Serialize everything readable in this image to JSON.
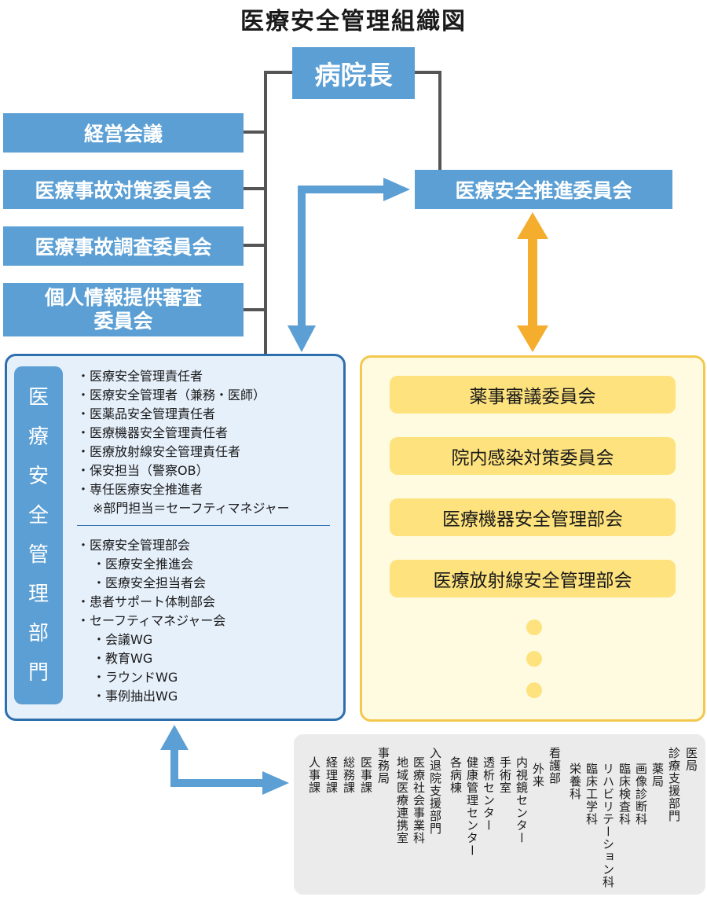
{
  "title": "医療安全管理組織図",
  "director": "病院長",
  "left_boxes": [
    "経営会議",
    "医療事故対策委員会",
    "医療事故調査委員会",
    "個人情報提供審査委員会"
  ],
  "left_box_last_lines": [
    "個人情報提供審査",
    "委員会"
  ],
  "promotion_committee": "医療安全推進委員会",
  "management_dept": {
    "label_chars": [
      "医",
      "療",
      "安",
      "全",
      "管",
      "理",
      "部",
      "門"
    ],
    "group1": [
      "・医療安全管理責任者",
      "・医療安全管理者（兼務・医師）",
      "・医薬品安全管理責任者",
      "・医療機器安全管理責任者",
      "・医療放射線安全管理責任者",
      "・保安担当（警察OB）",
      "・専任医療安全推進者"
    ],
    "group1_note": "※部門担当＝セーフティマネジャー",
    "group2": [
      "・医療安全管理部会",
      "・医療安全推進会",
      "・医療安全担当者会",
      "・患者サポート体制部会",
      "・セーフティマネジャー会",
      "・会議WG",
      "・教育WG",
      "・ラウンドWG",
      "・事例抽出WG"
    ]
  },
  "committees": [
    "薬事審議委員会",
    "院内感染対策委員会",
    "医療機器安全管理部会",
    "医療放射線安全管理部会"
  ],
  "departments": [
    [
      "医局"
    ],
    [
      "診療支援部門",
      "薬局",
      "画像診断科",
      "臨床検査科",
      "リハビリテーション科",
      "臨床工学科",
      "栄養科"
    ],
    [
      "看護部",
      "外来",
      "内視鏡センター",
      "手術室",
      "透析センター",
      "健康管理センター",
      "各病棟"
    ],
    [
      "入退院支援部門",
      "医療社会事業科",
      "地域医療連携室"
    ],
    [
      "事務局",
      "医事課",
      "総務課",
      "経理課",
      "人事課"
    ]
  ],
  "colors": {
    "blue": "#5b9fd4",
    "dark_blue": "#2d6fad",
    "light_blue_bg": "#e6f0fb",
    "orange": "#f4ad2d",
    "yellow_bg": "#fffbe0",
    "yellow_btn": "#fde27d",
    "yellow_border": "#f4c84e",
    "line": "#555555"
  }
}
